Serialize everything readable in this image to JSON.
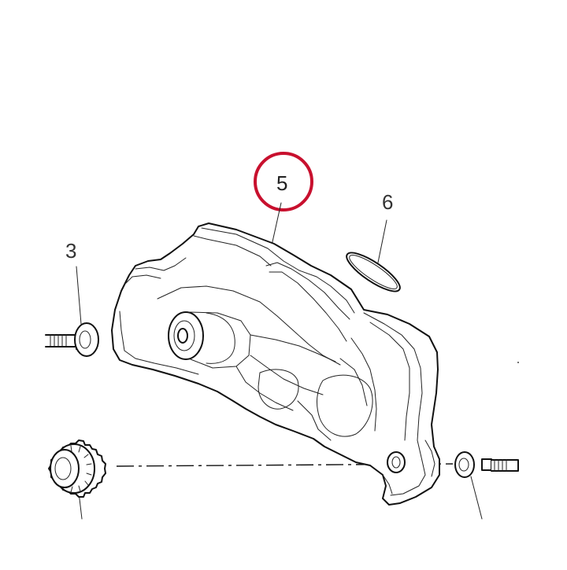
{
  "parts": [
    {
      "id": "3",
      "label": "3"
    },
    {
      "id": "5",
      "label": "5",
      "highlighted": true
    },
    {
      "id": "6",
      "label": "6"
    }
  ],
  "colors": {
    "highlight_ring": "#c8102e",
    "line": "#111111",
    "label": "#333333",
    "background": "#ffffff"
  }
}
